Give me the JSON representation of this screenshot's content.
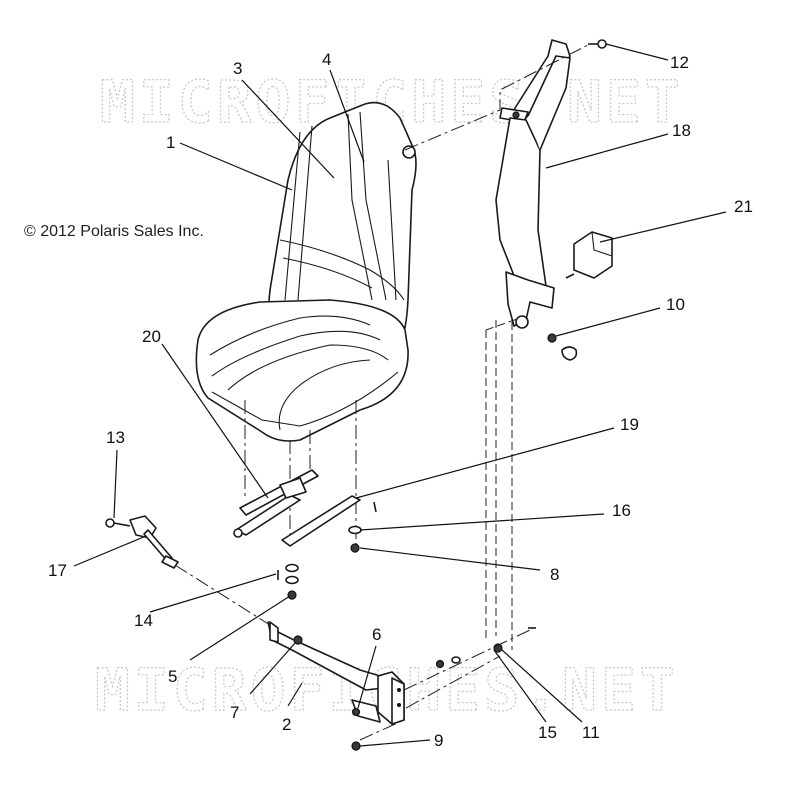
{
  "copyright": "© 2012 Polaris Sales Inc.",
  "watermark": "MICROFICHES.NET",
  "callouts": {
    "c1": "1",
    "c2": "2",
    "c3": "3",
    "c4": "4",
    "c5": "5",
    "c6": "6",
    "c7": "7",
    "c8": "8",
    "c9": "9",
    "c10": "10",
    "c11": "11",
    "c12": "12",
    "c13": "13",
    "c14": "14",
    "c15": "15",
    "c16": "16",
    "c17": "17",
    "c18": "18",
    "c19": "19",
    "c20": "20",
    "c21": "21"
  }
}
